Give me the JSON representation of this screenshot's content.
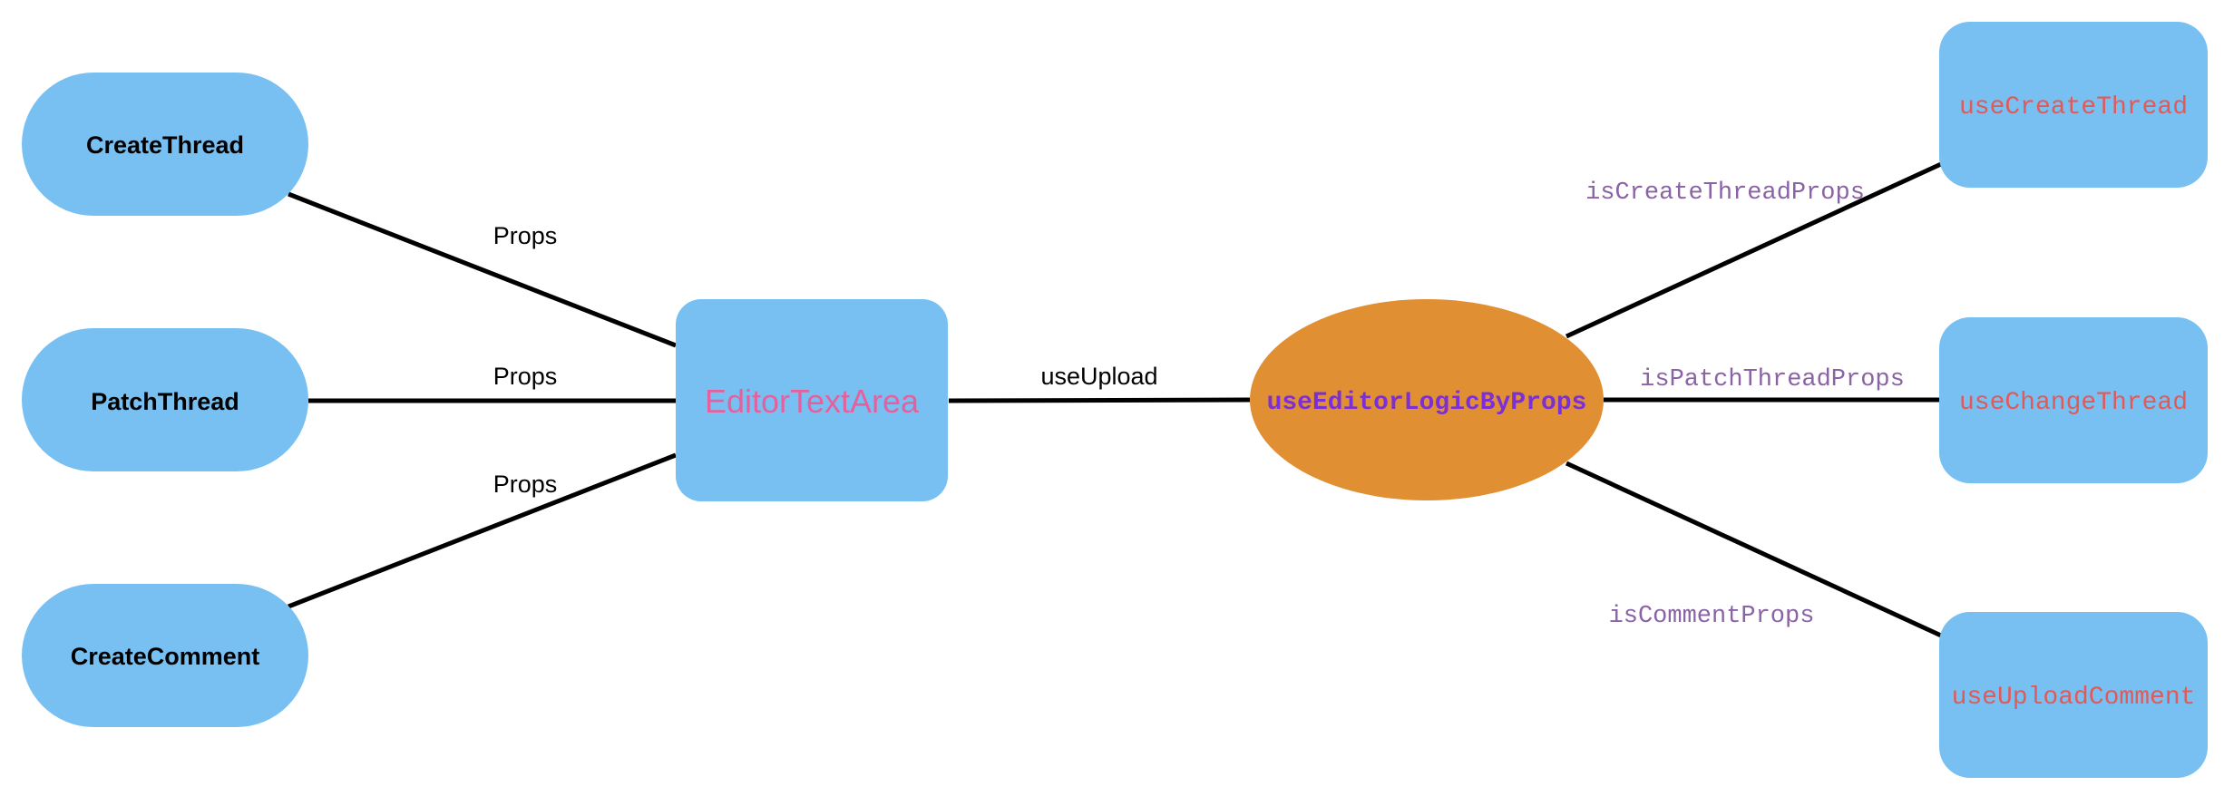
{
  "colors": {
    "node_fill": "#78C0F2",
    "hub_fill": "#E08F33",
    "edge": "#000000",
    "center_text": "#E4619D",
    "hub_text": "#7B2FD4",
    "hook_text": "#E05A5A",
    "condition_text": "#8A62A6"
  },
  "nodes": {
    "create_thread": "CreateThread",
    "patch_thread": "PatchThread",
    "create_comment": "CreateComment",
    "editor_text_area": "EditorTextArea",
    "use_editor_logic": "useEditorLogicByProps",
    "use_create_thread": "useCreateThread",
    "use_change_thread": "useChangeThread",
    "use_upload_comment": "useUploadComment"
  },
  "edges": {
    "create_thread_props": "Props",
    "patch_thread_props": "Props",
    "create_comment_props": "Props",
    "use_upload": "useUpload",
    "is_create_thread_props": "isCreateThreadProps",
    "is_patch_thread_props": "isPatchThreadProps",
    "is_comment_props": "isCommentProps"
  }
}
